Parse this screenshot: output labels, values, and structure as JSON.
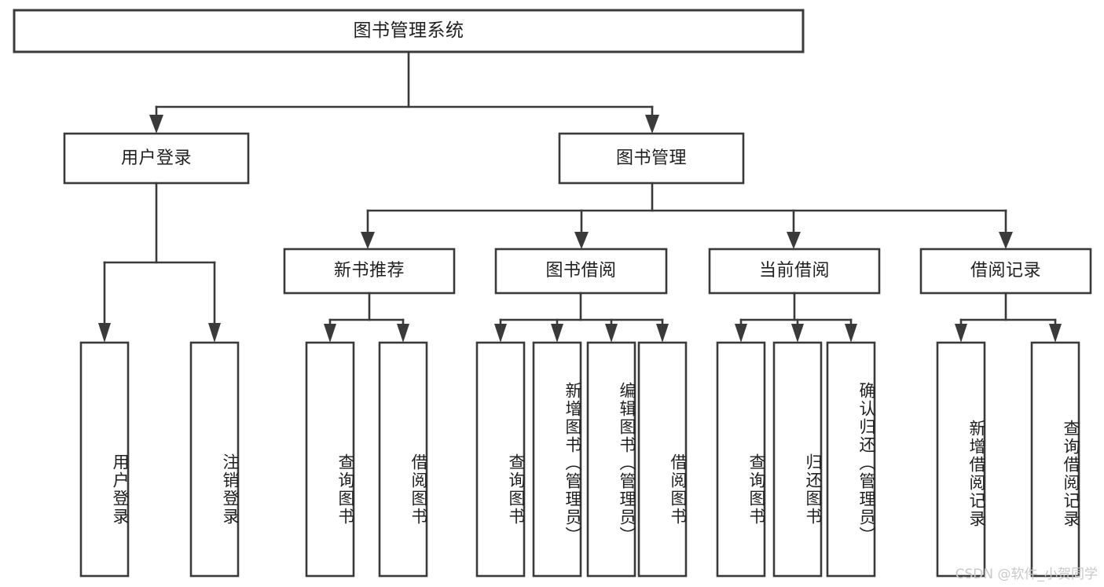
{
  "diagram": {
    "title": "图书管理系统",
    "watermark": "CSDN @软件_小贺同学",
    "colors": {
      "stroke": "#3a3a3a",
      "box_fill": "#ffffff",
      "text": "#1f1f1f",
      "background": "#ffffff",
      "watermark": "#c8c8c8"
    },
    "root": {
      "label": "图书管理系统"
    },
    "level2": [
      {
        "label": "用户登录"
      },
      {
        "label": "图书管理"
      }
    ],
    "level3": [
      {
        "label": "新书推荐"
      },
      {
        "label": "图书借阅"
      },
      {
        "label": "当前借阅"
      },
      {
        "label": "借阅记录"
      }
    ],
    "leaves": {
      "user_login": [
        {
          "label": "用户登录"
        },
        {
          "label": "注销登录"
        }
      ],
      "new_book_recommend": [
        {
          "label": "查询图书"
        },
        {
          "label": "借阅图书"
        }
      ],
      "book_borrow": [
        {
          "label": "查询图书"
        },
        {
          "label": "新增图书（管理员）"
        },
        {
          "label": "编辑图书（管理员）"
        },
        {
          "label": "借阅图书"
        }
      ],
      "current_borrow": [
        {
          "label": "查询图书"
        },
        {
          "label": "归还图书"
        },
        {
          "label": "确认归还（管理员）"
        }
      ],
      "borrow_record": [
        {
          "label": "新增借阅记录"
        },
        {
          "label": "查询借阅记录"
        }
      ]
    }
  }
}
